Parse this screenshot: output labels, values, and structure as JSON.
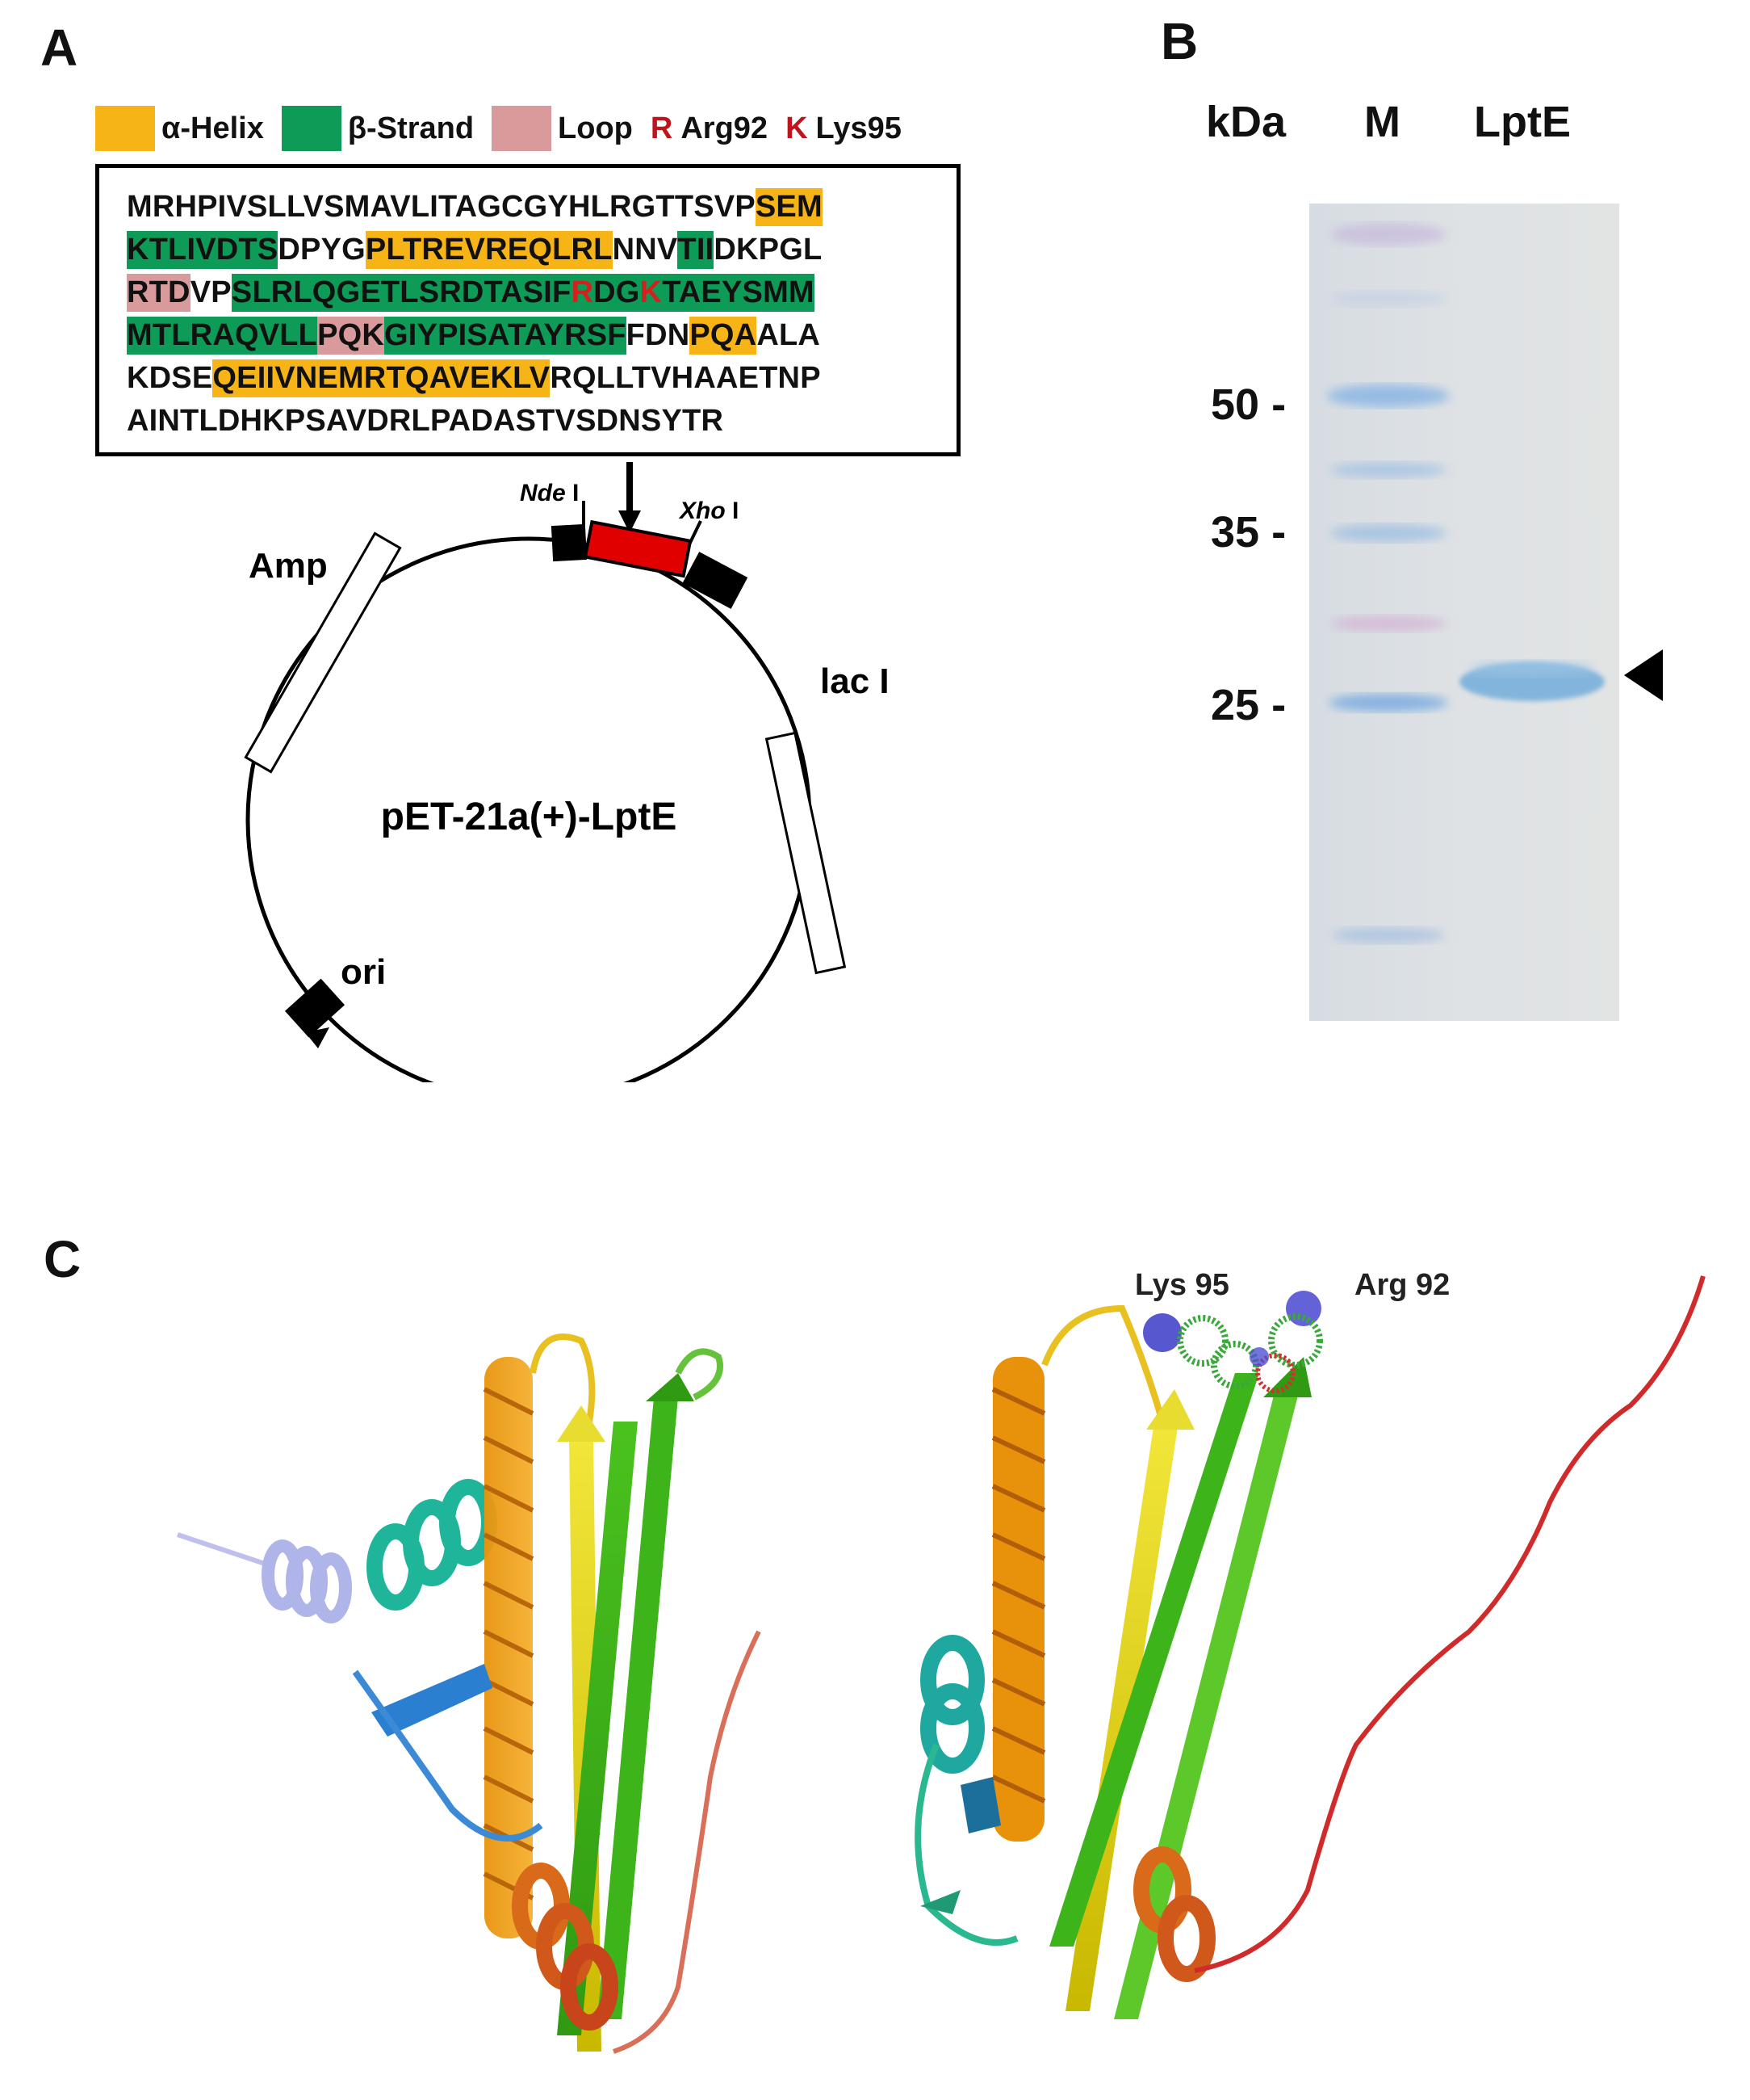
{
  "panels": {
    "a": "A",
    "b": "B",
    "c": "C"
  },
  "legend": {
    "helix": "α-Helix",
    "strand": "β-Strand",
    "loop": "Loop",
    "r_letter": "R",
    "r_label": "Arg92",
    "k_letter": "K",
    "k_label": "Lys95",
    "colors": {
      "helix": "#f7b416",
      "strand": "#0e9a57",
      "loop": "#d99a9c",
      "residue": "#c0141c"
    }
  },
  "sequence": [
    [
      [
        "n",
        "MRHPIVSLLVSMAVLITAGCGYHLRGTTSVP"
      ],
      [
        "h",
        "SEM"
      ]
    ],
    [
      [
        "s",
        "KTLIVDTS"
      ],
      [
        "n",
        "DPYG"
      ],
      [
        "h",
        "PLTREVREQLRL"
      ],
      [
        "n",
        "NNV"
      ],
      [
        "s",
        "TII"
      ],
      [
        "n",
        "DKPGL"
      ]
    ],
    [
      [
        "l",
        "RTD"
      ],
      [
        "n",
        "VP"
      ],
      [
        "s",
        "SLRLQGETLSRDTASIF"
      ],
      [
        "sr",
        "R"
      ],
      [
        "s",
        "DG"
      ],
      [
        "sr",
        "K"
      ],
      [
        "s",
        "TAEYSMM"
      ]
    ],
    [
      [
        "s",
        "MTLRAQVLL"
      ],
      [
        "l",
        "PQK"
      ],
      [
        "s",
        "GIYPISATAYRSF"
      ],
      [
        "n",
        "FDN"
      ],
      [
        "h",
        "PQA"
      ],
      [
        "n",
        "ALA"
      ]
    ],
    [
      [
        "n",
        "KDSE"
      ],
      [
        "h",
        "QEIIVNEMRTQAVEKLV"
      ],
      [
        "n",
        "RQLLTVHAAETNP"
      ]
    ],
    [
      [
        "n",
        "AINTLDHKPSAVDRLPADASTVSDNSYTR"
      ]
    ]
  ],
  "plasmid": {
    "name": "pET-21a(+)-LptE",
    "amp": "Amp",
    "laci": "lac I",
    "ori": "ori",
    "nde_italic": "Nde",
    "xho_italic": "Xho",
    "site_suffix": " I"
  },
  "gel": {
    "unit": "kDa",
    "lane_marker": "M",
    "lane_sample": "LptE",
    "markers": [
      "50 -",
      "35 -",
      "25 -"
    ],
    "band_color": "#7fb3dc"
  },
  "structure": {
    "lys_label": "Lys 95",
    "arg_label": "Arg 92"
  }
}
